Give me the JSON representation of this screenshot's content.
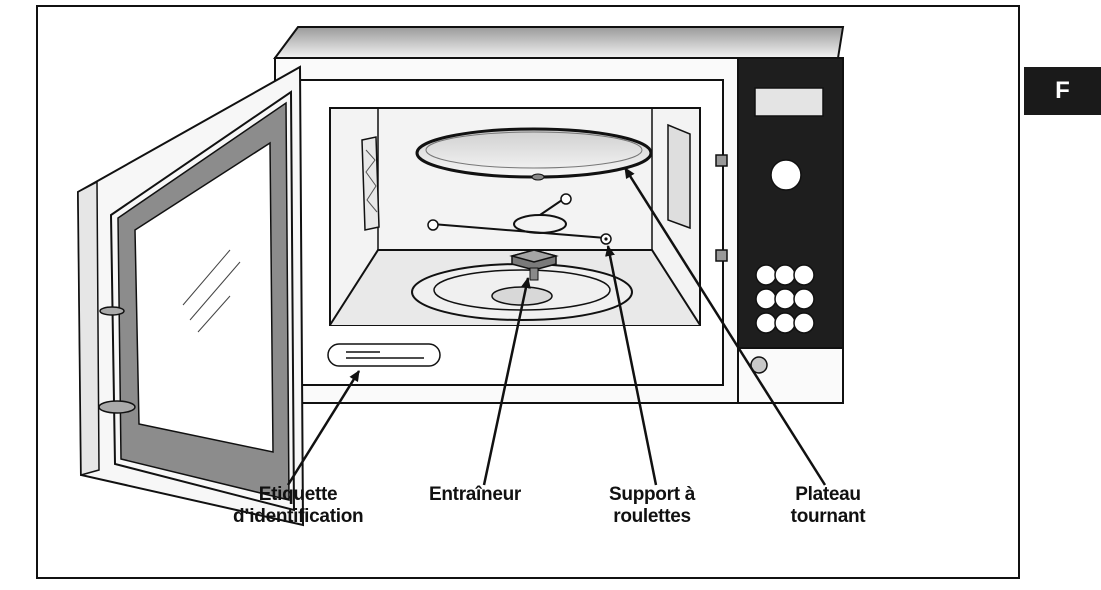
{
  "language_tab": "F",
  "labels": {
    "id_label": [
      "Etiquette",
      "d’identification"
    ],
    "drive": [
      "Entraîneur"
    ],
    "roller": [
      "Support à",
      "roulettes"
    ],
    "turntable": [
      "Plateau",
      "tournant"
    ]
  },
  "colors": {
    "outline": "#111111",
    "cavity": "#eeeeee",
    "window_gray": "#8c8c8c",
    "panel": "#1e1e1e",
    "tab_bg": "#1a1a1a"
  }
}
